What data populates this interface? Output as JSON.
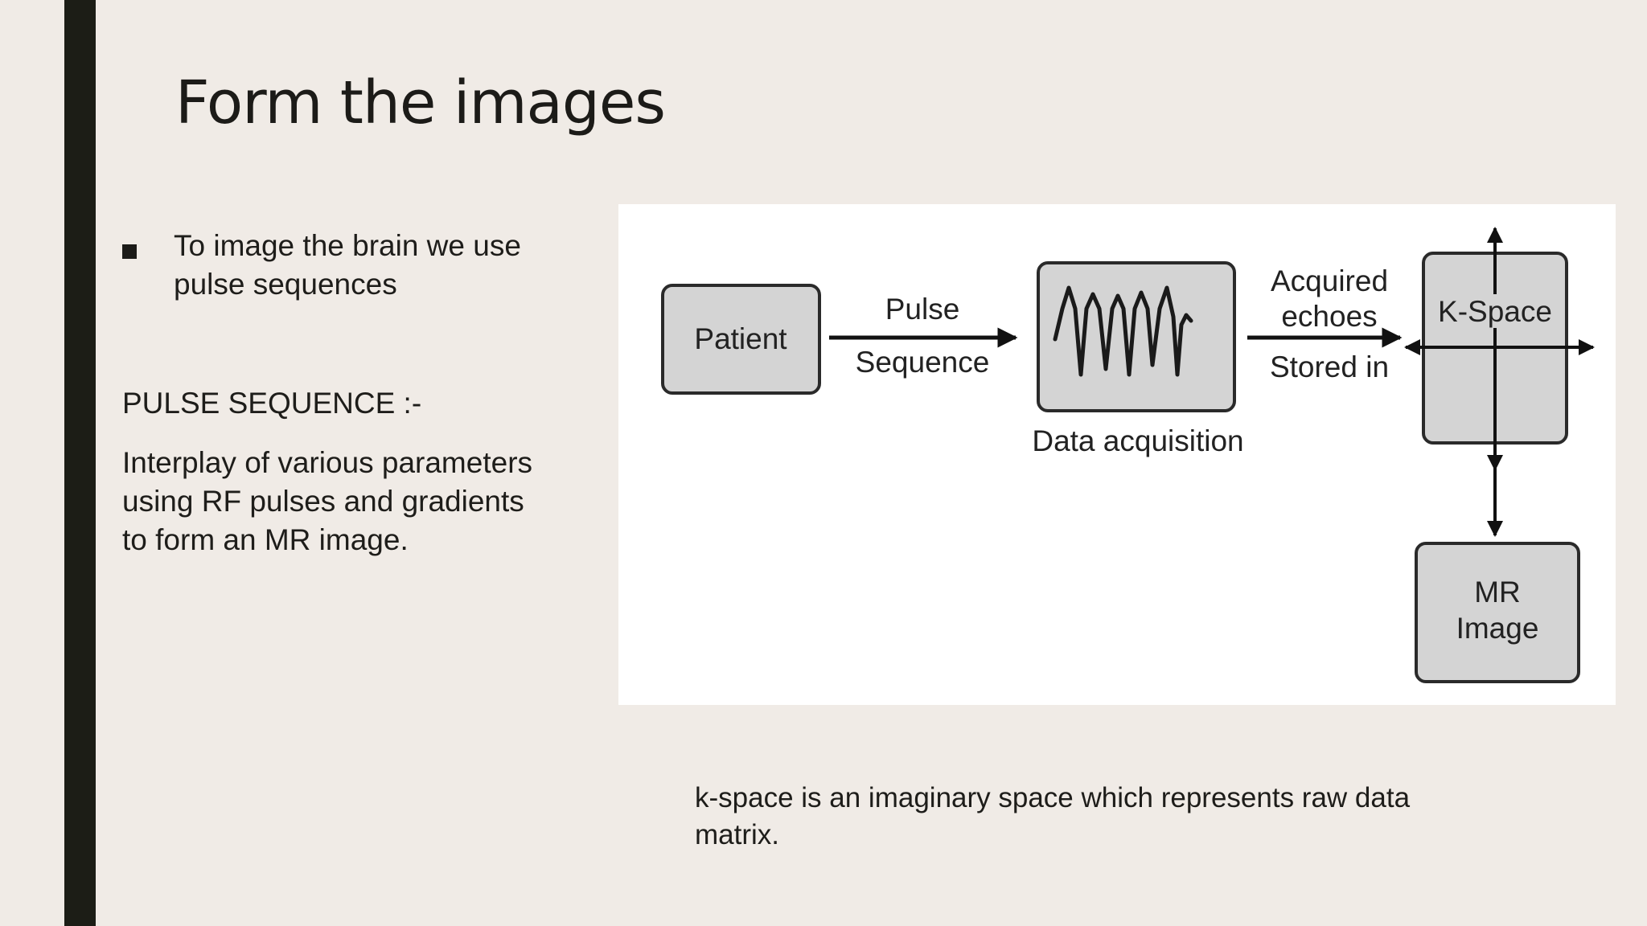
{
  "slide": {
    "title": "Form the images",
    "bullet": "To image the brain we use pulse sequences",
    "sequence_heading": "PULSE SEQUENCE :-",
    "sequence_body": "Interplay of various parameters using RF pulses and gradients to form an MR image.",
    "caption": "k-space is an imaginary space which represents raw data matrix."
  },
  "diagram": {
    "nodes": {
      "patient": "Patient",
      "acquisition": "Data acquisition",
      "kspace": "K-Space",
      "mr_image_line1": "MR",
      "mr_image_line2": "Image"
    },
    "edges": {
      "pulse_line1": "Pulse",
      "pulse_line2": "Sequence",
      "acquired_line1": "Acquired",
      "acquired_line2": "echoes",
      "acquired_line3": "Stored in"
    }
  },
  "colors": {
    "background": "#f0ebe6",
    "accent_bar": "#1c1d16",
    "box_fill": "#d4d4d4",
    "box_stroke": "#2a2a2a",
    "panel": "#ffffff"
  }
}
